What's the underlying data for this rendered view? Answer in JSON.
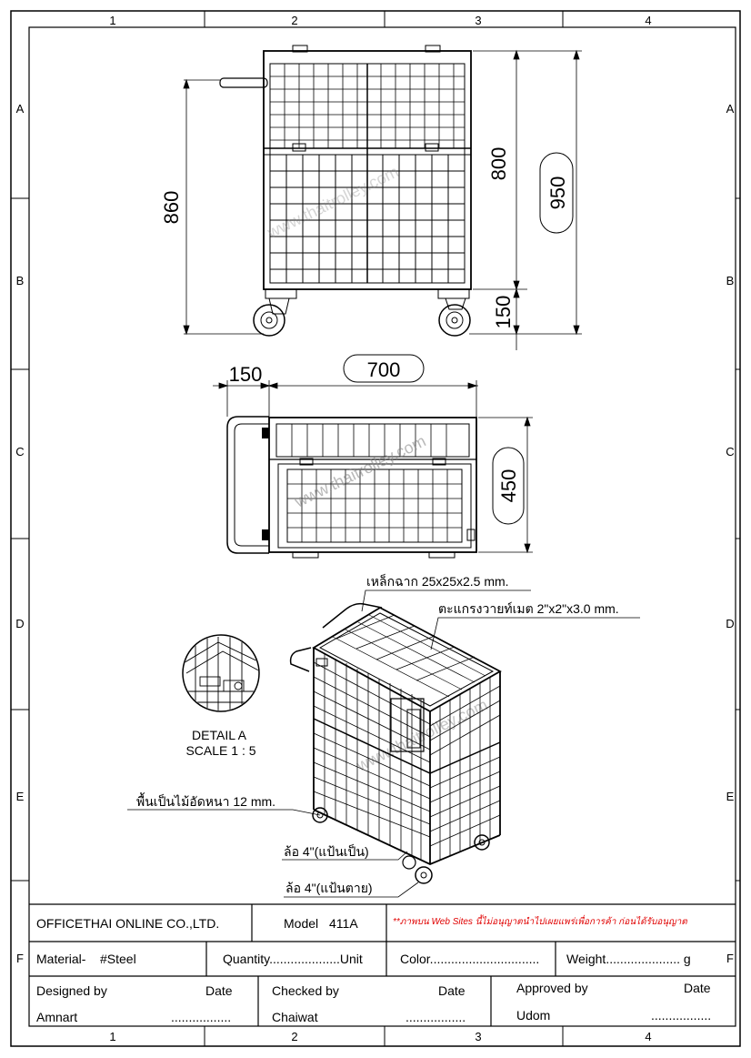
{
  "grid": {
    "columns": [
      "1",
      "2",
      "3",
      "4"
    ],
    "rows": [
      "A",
      "B",
      "C",
      "D",
      "E",
      "F"
    ]
  },
  "dimensions": {
    "front_height_total": "860",
    "frame_height": "800",
    "overall_height": "950",
    "wheel_height": "150",
    "handle_depth": "150",
    "width": "700",
    "depth": "450"
  },
  "watermark": "www.thaitrolley.com",
  "detail": {
    "title": "DETAIL A",
    "scale": "SCALE 1 : 5"
  },
  "callouts": {
    "angle_steel": "เหล็กฉาก 25x25x2.5 mm.",
    "mesh": "ตะแกรงวายท์เมต 2\"x2\"x3.0 mm.",
    "floor": "พื้นเป็นไม้อัดหนา 12 mm.",
    "swivel_wheel": "ล้อ 4\"(แป้นเป็น)",
    "fixed_wheel": "ล้อ 4\"(แป้นตาย)"
  },
  "title_block": {
    "company": "OFFICETHAI ONLINE CO.,LTD.",
    "model_label": "Model",
    "model_value": "411A",
    "notice": "**ภาพบน Web Sites นี้ไม่อนุญาตนำไปเผยแพร่เพื่อการค้า ก่อนได้รับอนุญาต",
    "material_label": "Material-",
    "material_value": "#Steel",
    "quantity": "Quantity....................Unit",
    "color": "Color...............................",
    "weight": "Weight..................... g",
    "designed_by_label": "Designed by",
    "designed_by": "Amnart",
    "checked_by_label": "Checked by",
    "checked_by": "Chaiwat",
    "approved_by_label": "Approved by",
    "approved_by": "Udom",
    "date_label": "Date",
    "date_blank": "................."
  }
}
